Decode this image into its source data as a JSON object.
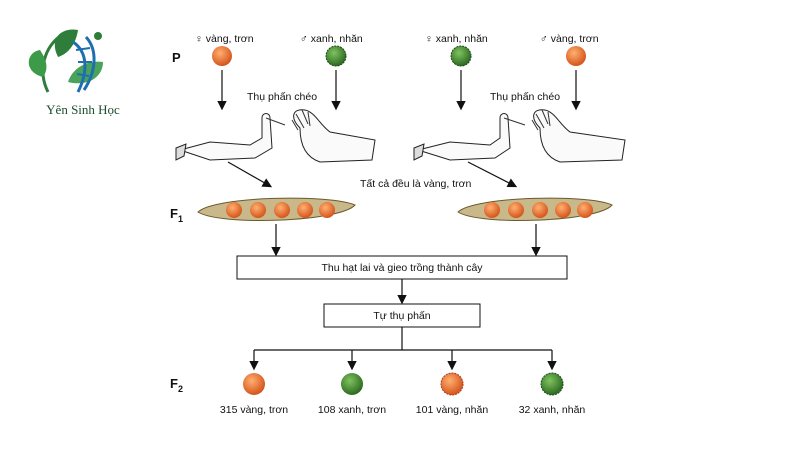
{
  "brand": {
    "name": "Yên Sinh Học",
    "colors": {
      "green": "#2e7d3a",
      "blue": "#1f6fb0"
    }
  },
  "generations": {
    "p": "P",
    "f1": "F",
    "f1_sub": "1",
    "f2": "F",
    "f2_sub": "2"
  },
  "parents": {
    "cross1": {
      "female_label": "♀ vàng, trơn",
      "male_label": "♂ xanh, nhăn"
    },
    "cross2": {
      "female_label": "♀ xanh, nhăn",
      "male_label": "♂ vàng, trơn"
    }
  },
  "cross_labels": {
    "left": "Thụ phấn chéo",
    "right": "Thụ phấn chéo"
  },
  "f1_result": "Tất cả đều là vàng, trơn",
  "steps": {
    "collect": "Thu hạt lai và gieo trồng thành cây",
    "self": "Tự thụ phấn"
  },
  "f2": [
    {
      "label": "315 vàng, trơn",
      "color": "#e2672a",
      "wrinkled": false
    },
    {
      "label": "108 xanh, trơn",
      "color": "#3f8f2e",
      "wrinkled": false
    },
    {
      "label": "101 vàng, nhăn",
      "color": "#e2583a",
      "wrinkled": true
    },
    {
      "label": "32 xanh, nhăn",
      "color": "#356e2a",
      "wrinkled": true
    }
  ],
  "seed_colors": {
    "yellow": "#e8702c",
    "green": "#3c7a2c"
  }
}
